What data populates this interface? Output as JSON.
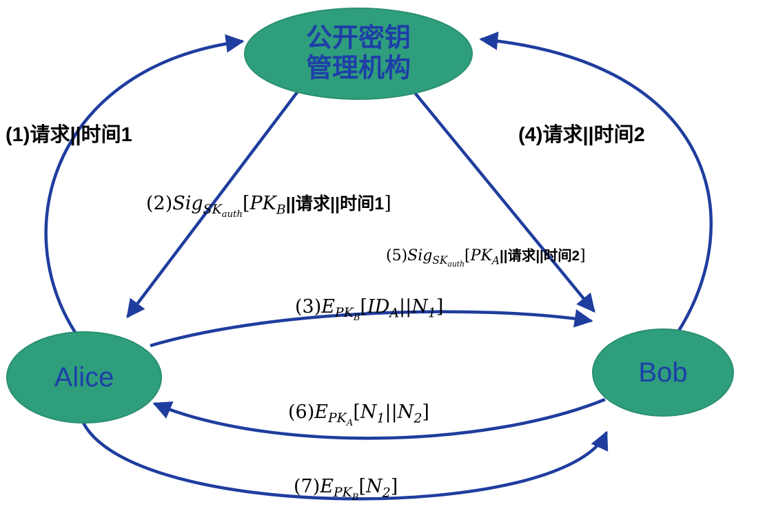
{
  "colors": {
    "node_fill": "#2f9e7c",
    "node_stroke": "#2a8f70",
    "node_text": "#1e3fa8",
    "arrow": "#1f3d9e",
    "label_text": "#000000",
    "background": "#ffffff"
  },
  "nodes": {
    "authority": {
      "line1": "公开密钥",
      "line2": "管理机构"
    },
    "alice": {
      "label": "Alice"
    },
    "bob": {
      "label": "Bob"
    }
  },
  "messages": {
    "m1": {
      "text": "(1)请求||时间1"
    },
    "m2": {
      "pre": "(2)",
      "fn": "Sig",
      "fnsub": "SK",
      "fnsubsub": "auth",
      "open": "[",
      "a1": "PK",
      "a1sub": "B",
      "mid": "||请求||时间1",
      "close": "]"
    },
    "m3": {
      "pre": "(3)",
      "fn": "E",
      "fnsub": "PK",
      "fnsubsub": "B",
      "open": "[",
      "a1": "ID",
      "a1sub": "A",
      "mid": "||",
      "a2": "N",
      "a2sub": "1",
      "close": "]"
    },
    "m4": {
      "text": "(4)请求||时间2"
    },
    "m5": {
      "pre": "(5)",
      "fn": "Sig",
      "fnsub": "SK",
      "fnsubsub": "auth",
      "open": "[",
      "a1": "PK",
      "a1sub": "A",
      "mid": "||请求||时间2",
      "close": "]"
    },
    "m6": {
      "pre": "(6)",
      "fn": "E",
      "fnsub": "PK",
      "fnsubsub": "A",
      "open": "[",
      "a1": "N",
      "a1sub": "1",
      "mid": "||",
      "a2": "N",
      "a2sub": "2",
      "close": "]"
    },
    "m7": {
      "pre": "(7)",
      "fn": "E",
      "fnsub": "PK",
      "fnsubsub": "B",
      "open": "[",
      "a1": "N",
      "a1sub": "2",
      "close": "]"
    }
  },
  "edges": [
    {
      "id": 1,
      "from": "Alice",
      "to": "公开密钥管理机构",
      "message": "m1"
    },
    {
      "id": 2,
      "from": "公开密钥管理机构",
      "to": "Alice",
      "message": "m2"
    },
    {
      "id": 3,
      "from": "Alice",
      "to": "Bob",
      "message": "m3"
    },
    {
      "id": 4,
      "from": "Bob",
      "to": "公开密钥管理机构",
      "message": "m4"
    },
    {
      "id": 5,
      "from": "公开密钥管理机构",
      "to": "Bob",
      "message": "m5"
    },
    {
      "id": 6,
      "from": "Bob",
      "to": "Alice",
      "message": "m6"
    },
    {
      "id": 7,
      "from": "Alice",
      "to": "Bob",
      "message": "m7"
    }
  ]
}
